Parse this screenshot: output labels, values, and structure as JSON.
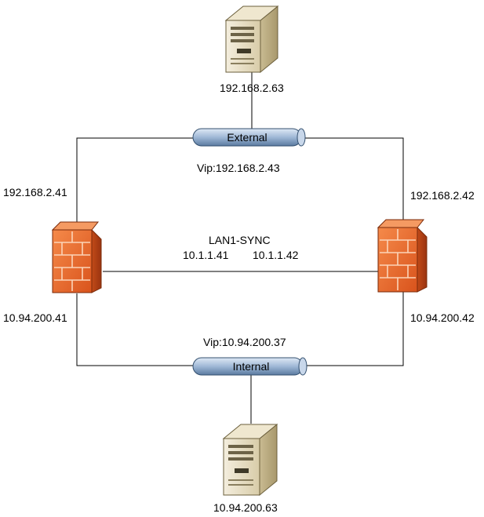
{
  "servers": {
    "top": {
      "ip": "192.168.2.63",
      "icon": "server-tower-icon"
    },
    "bottom": {
      "ip": "10.94.200.63",
      "icon": "server-tower-icon"
    }
  },
  "segments": {
    "external": {
      "label": "External",
      "vip": "Vip:192.168.2.43"
    },
    "internal": {
      "label": "Internal",
      "vip": "Vip:10.94.200.37"
    }
  },
  "firewalls": {
    "left": {
      "external_ip": "192.168.2.41",
      "internal_ip": "10.94.200.41",
      "sync_ip": "10.1.1.41",
      "icon": "firewall-brick-icon"
    },
    "right": {
      "external_ip": "192.168.2.42",
      "internal_ip": "10.94.200.42",
      "sync_ip": "10.1.1.42",
      "icon": "firewall-brick-icon"
    }
  },
  "sync_link": {
    "label": "LAN1-SYNC"
  },
  "colors": {
    "firewall": "#e8642a",
    "firewall_dark": "#b8431a",
    "bus": "#9fb8d6",
    "bus_dark": "#5a7aa0",
    "server": "#e6dcc0",
    "line": "#000000"
  }
}
